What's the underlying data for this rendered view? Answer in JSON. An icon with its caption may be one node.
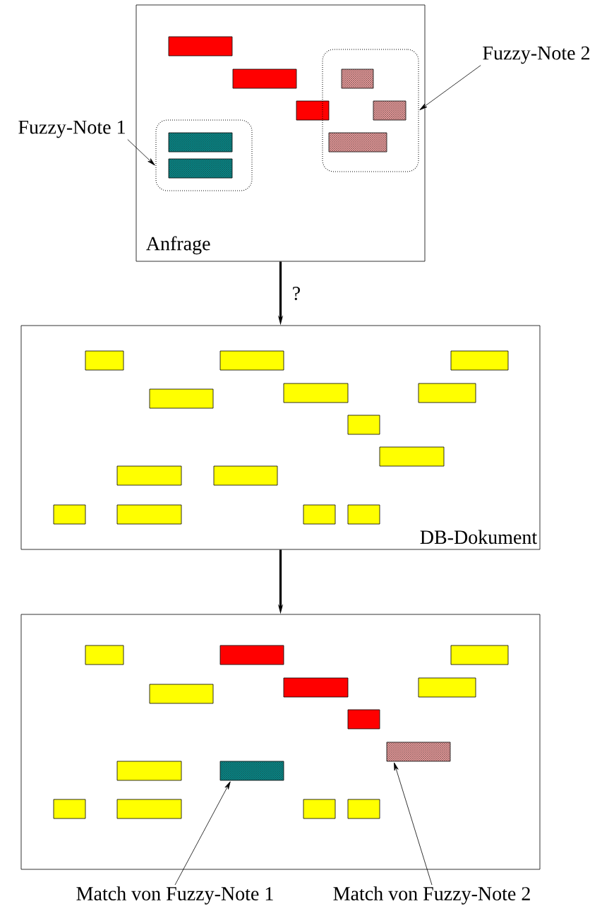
{
  "diagram": {
    "nodes": [
      {
        "text": [
          "Anfrage"
        ]
      },
      {
        "text": [
          "Fuzzy-Note 1"
        ]
      },
      {
        "text": [
          "Fuzzy-Note 2"
        ]
      },
      {
        "text": [],
        "shape": "box",
        "in": 0
      },
      {
        "text": [],
        "shape": "box",
        "in": 0
      },
      {
        "text": [
          "DB-Dokument"
        ]
      },
      {
        "text": [],
        "shape": "box"
      },
      {
        "text": [],
        "shape": "bar",
        "in": 6
      },
      {
        "text": [],
        "shape": "bar",
        "in": 6
      },
      {
        "text": [
          "Match von Fuzzy-Note 1"
        ]
      },
      {
        "text": [
          "Match von Fuzzy-Note 2"
        ]
      }
    ],
    "edges": [
      {
        "from": 1,
        "to": 3,
        "arrow": "to"
      },
      {
        "from": 2,
        "to": 4,
        "arrow": "to"
      },
      {
        "from": 0,
        "to": 5,
        "arrow": "to",
        "label": "?",
        "style": "thick"
      },
      {
        "from": 5,
        "to": 6,
        "arrow": "to",
        "style": "thick"
      },
      {
        "from": 9,
        "to": 7,
        "arrow": "to"
      },
      {
        "from": 10,
        "to": 8,
        "arrow": "to"
      }
    ]
  }
}
